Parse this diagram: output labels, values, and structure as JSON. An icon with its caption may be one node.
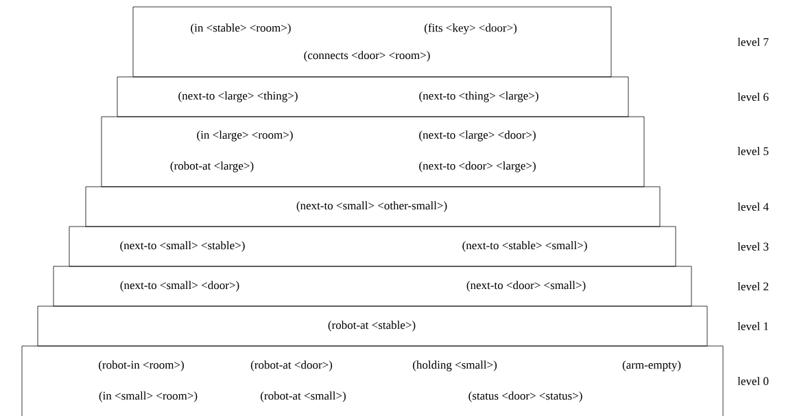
{
  "diagram": {
    "nodes": [
      {
        "text": [
          "(in <stable> <room>)",
          "(fits <key> <door>)",
          "(connects <door> <room>)"
        ]
      },
      {
        "text": [
          "(next-to <large> <thing>)",
          "(next-to <thing> <large>)"
        ]
      },
      {
        "text": [
          "(in <large> <room>)",
          "(next-to <large> <door>)",
          "(robot-at <large>)",
          "(next-to <door> <large>)"
        ]
      },
      {
        "text": [
          "(next-to <small> <other-small>)"
        ]
      },
      {
        "text": [
          "(next-to <small> <stable>)",
          "(next-to <stable> <small>)"
        ]
      },
      {
        "text": [
          "(next-to <small> <door>)",
          "(next-to <door> <small>)"
        ]
      },
      {
        "text": [
          "(robot-at <stable>)"
        ]
      },
      {
        "text": [
          "(robot-in <room>)",
          "(robot-at <door>)",
          "(holding <small>)",
          "(arm-empty)",
          "(in <small> <room>)",
          "(robot-at <small>)",
          "(status <door> <status>)"
        ]
      }
    ],
    "labels": [
      "level 7",
      "level 6",
      "level 5",
      "level 4",
      "level 3",
      "level 2",
      "level 1",
      "level 0"
    ]
  }
}
